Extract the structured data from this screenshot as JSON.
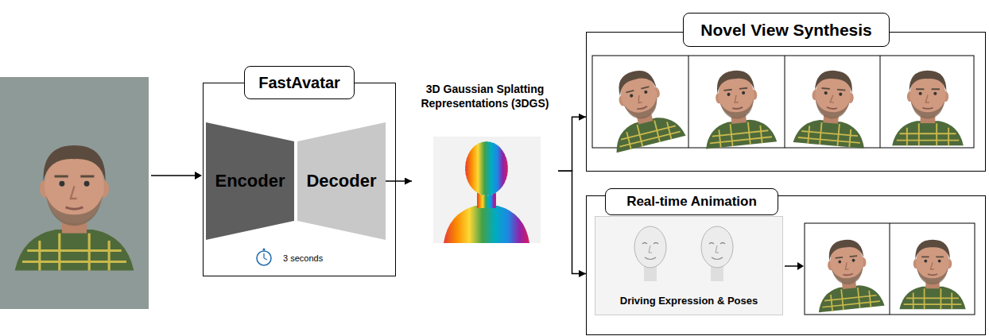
{
  "diagram": {
    "nodes": [
      {
        "text": [
          "FastAvatar",
          "3 seconds"
        ]
      },
      {
        "text": [
          "Encoder"
        ],
        "in": 0
      },
      {
        "text": [
          "Decoder"
        ],
        "in": 0
      },
      {
        "text": [
          "3D Gaussian Splatting Representations (3DGS)"
        ]
      },
      {
        "text": [
          "Novel View Synthesis"
        ]
      },
      {
        "text": [
          "Real-time Animation"
        ]
      },
      {
        "text": [
          "Driving Expression & Poses"
        ],
        "in": 5
      }
    ],
    "edges": [
      {
        "from": 2,
        "to": 3,
        "arrow": "to"
      },
      {
        "from": 3,
        "to": 4,
        "arrow": "to"
      },
      {
        "from": 3,
        "to": 5,
        "arrow": "to"
      }
    ]
  }
}
